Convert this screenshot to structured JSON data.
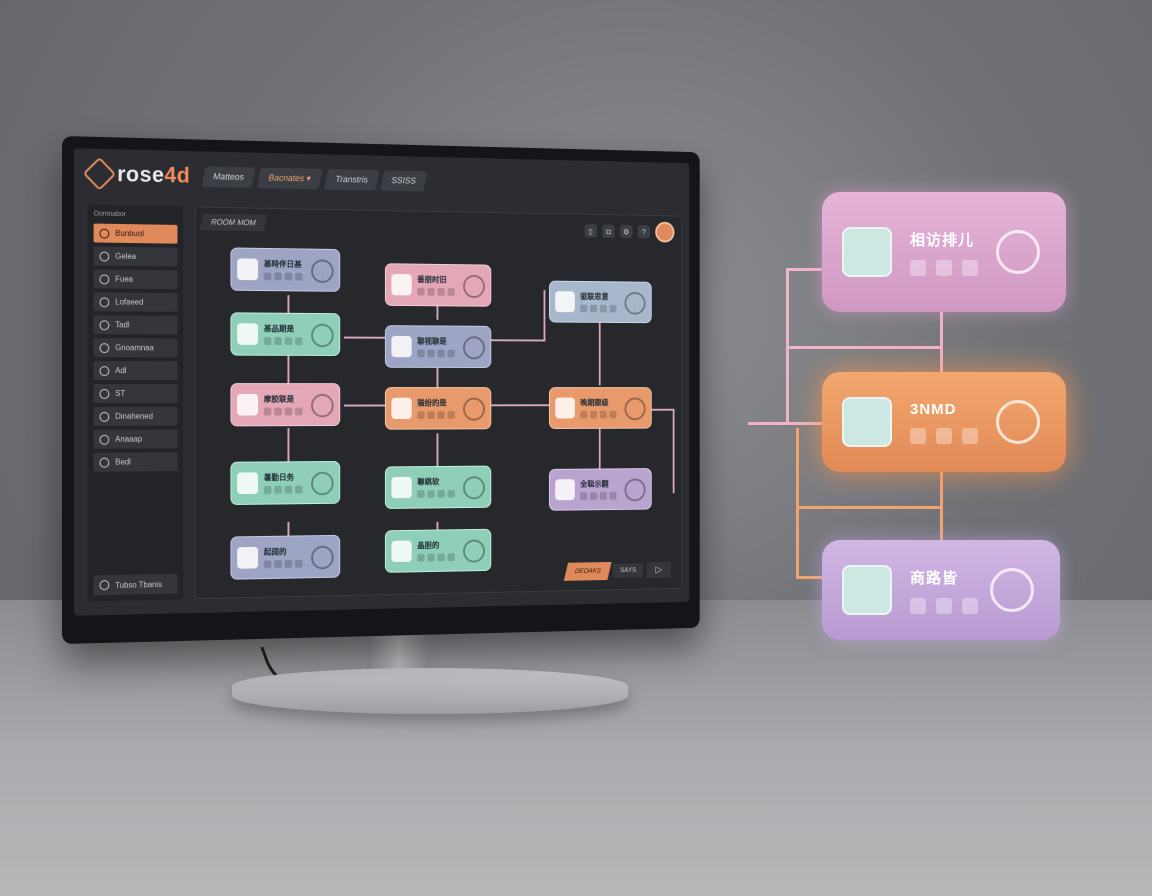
{
  "app": {
    "logo_main": "rose",
    "logo_accent": "4d"
  },
  "menu": [
    {
      "label": "Matteos"
    },
    {
      "label": "Bacnates ▾",
      "active": true
    },
    {
      "label": "Transtris"
    },
    {
      "label": "SSISS"
    }
  ],
  "sidebar": {
    "title": "Oomnabor",
    "items": [
      {
        "label": "Bunbuol",
        "active": true
      },
      {
        "label": "Gelea"
      },
      {
        "label": "Fuea"
      },
      {
        "label": "Lofaeed"
      },
      {
        "label": "Tadl"
      },
      {
        "label": "Gnoamnaa"
      },
      {
        "label": "Adl"
      },
      {
        "label": "ST"
      },
      {
        "label": "Dinahened"
      },
      {
        "label": "Anaaap"
      },
      {
        "label": "Bedl"
      }
    ],
    "footer": "Tubso Tbanis"
  },
  "canvas": {
    "room_label": "ROOM MOM"
  },
  "nodes": [
    {
      "title": "基時伴日基",
      "color": "lav"
    },
    {
      "title": "番朋时旧",
      "color": "pink"
    },
    {
      "title": "驱联思意",
      "color": "sky"
    },
    {
      "title": "基品期是",
      "color": "mint"
    },
    {
      "title": "聊视聊是",
      "color": "lav"
    },
    {
      "title": "摩胶联是",
      "color": "pink"
    },
    {
      "title": "猫纷的是",
      "color": "peach"
    },
    {
      "title": "晚期跟级",
      "color": "peach"
    },
    {
      "title": "暑勤日务",
      "color": "mint"
    },
    {
      "title": "聯跳软",
      "color": "mint"
    },
    {
      "title": "全聪示翻",
      "color": "lilac"
    },
    {
      "title": "起阔的",
      "color": "lav"
    },
    {
      "title": "晶胆的",
      "color": "mint"
    }
  ],
  "play_widget": {
    "button": "DEOAKS",
    "count": "SAYS",
    "play": "▷"
  },
  "floating": [
    {
      "title": "相访排儿"
    },
    {
      "title": "3NMD"
    },
    {
      "title": "商路皆"
    }
  ]
}
